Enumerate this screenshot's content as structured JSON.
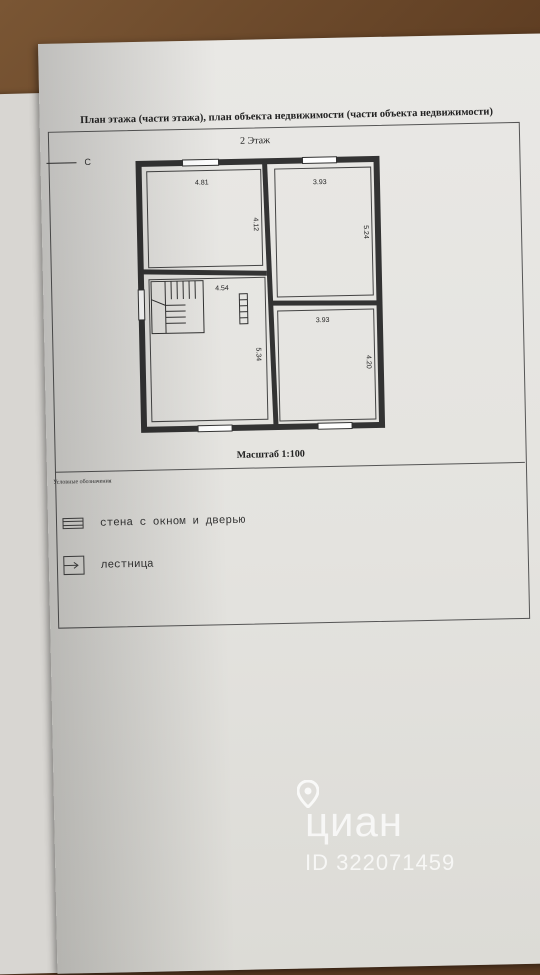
{
  "document": {
    "heading": "План этажа (части этажа), план объекта недвижимости (части объекта недвижимости)",
    "floor_label": "2 Этаж",
    "north_label": "С",
    "scale": "Масштаб 1:100"
  },
  "plan": {
    "rooms": [
      {
        "name": "room-top-left",
        "width_label": "4.81",
        "length_label": "4.12"
      },
      {
        "name": "room-top-right",
        "width_label": "3.93",
        "length_label": "5.24"
      },
      {
        "name": "room-bottom-left",
        "width_label": "4.54",
        "length_label": "5.34"
      },
      {
        "name": "room-bottom-right",
        "width_label": "3.93",
        "length_label": "4.20"
      }
    ]
  },
  "legend": {
    "title": "Условные обозначения",
    "items": [
      {
        "label": "стена с окном и дверью"
      },
      {
        "label": "лестница"
      }
    ]
  },
  "watermark": {
    "brand": "циан",
    "id": "ID 322071459"
  }
}
